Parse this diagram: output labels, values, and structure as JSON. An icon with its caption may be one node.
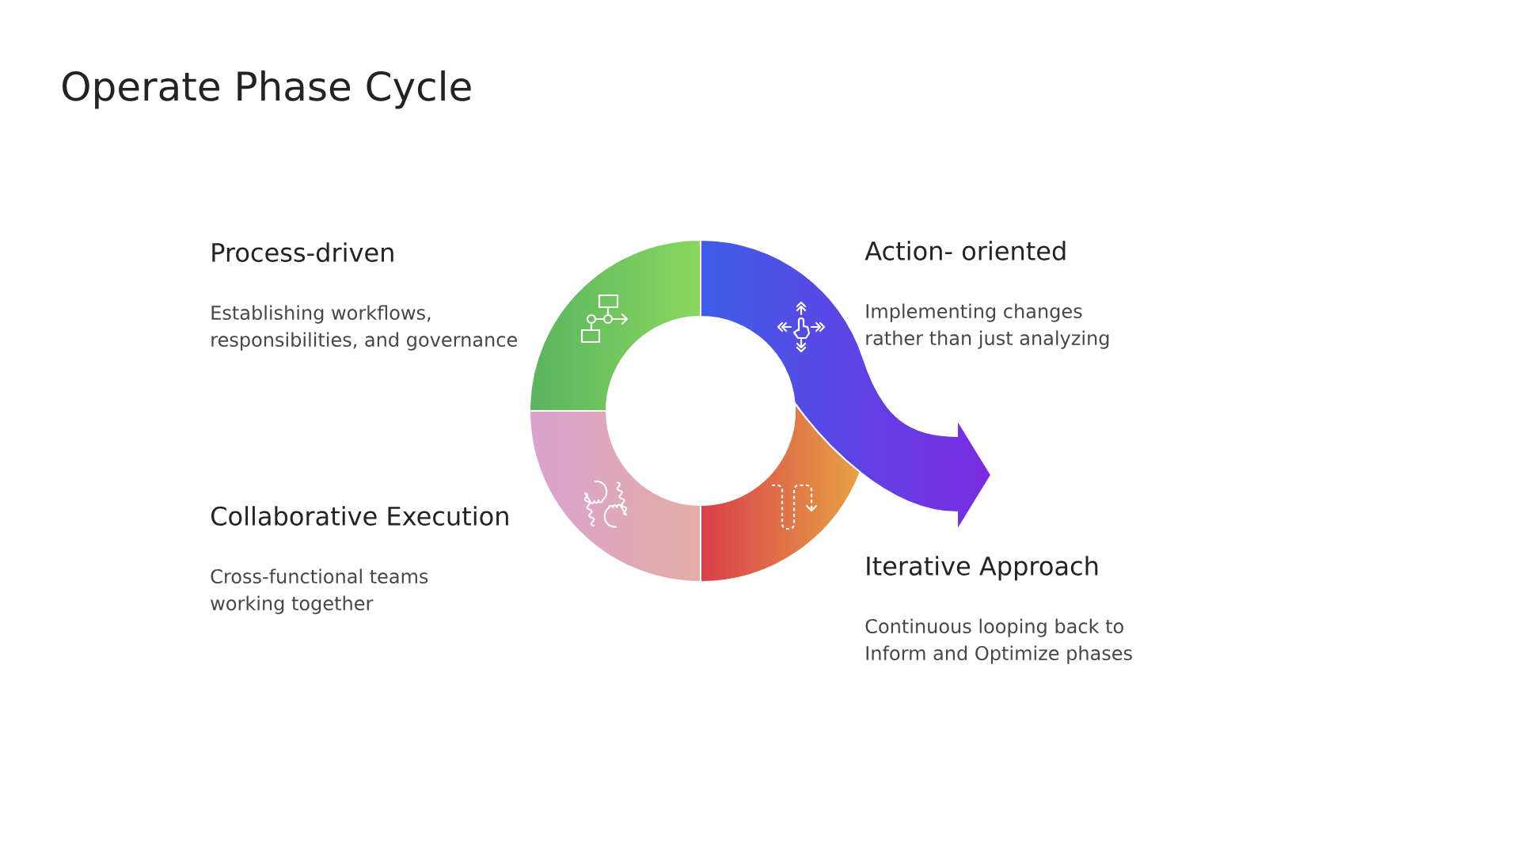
{
  "diagram": {
    "title": "Operate Phase Cycle",
    "nodes": [
      {
        "text": [
          "Process-driven",
          "Establishing workflows, responsibilities, and governance"
        ]
      },
      {
        "text": [
          "Action- oriented",
          "Implementing changes rather than just analyzing"
        ]
      },
      {
        "text": [
          "Collaborative Execution",
          "Cross-functional teams working together"
        ]
      },
      {
        "text": [
          "Iterative Approach",
          "Continuous looping back to Inform and Optimize phases"
        ]
      }
    ]
  }
}
